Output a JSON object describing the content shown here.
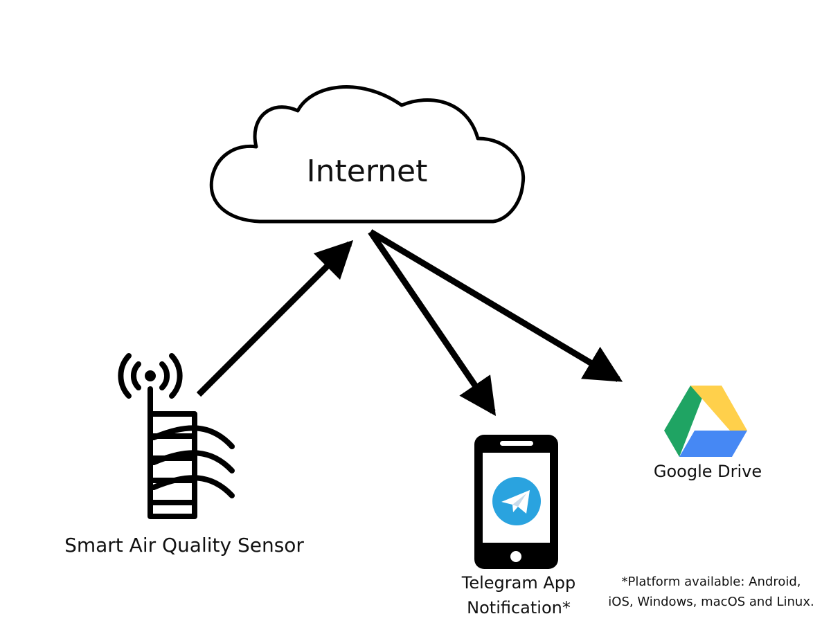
{
  "cloud": {
    "label": "Internet"
  },
  "sensor": {
    "label": "Smart Air Quality Sensor",
    "icon": "air-quality-sensor-icon"
  },
  "phone": {
    "label_line1": "Telegram App",
    "label_line2": "Notification*",
    "icon": "smartphone-telegram-icon"
  },
  "drive": {
    "label": "Google Drive",
    "icon": "google-drive-icon"
  },
  "note": {
    "line1": "*Platform available: Android,",
    "line2": "iOS, Windows, macOS and Linux."
  },
  "colors": {
    "stroke": "#000000",
    "telegram_blue": "#2AA3DF",
    "drive_green": "#1FA463",
    "drive_yellow": "#FFD04B",
    "drive_blue": "#4688F4"
  }
}
